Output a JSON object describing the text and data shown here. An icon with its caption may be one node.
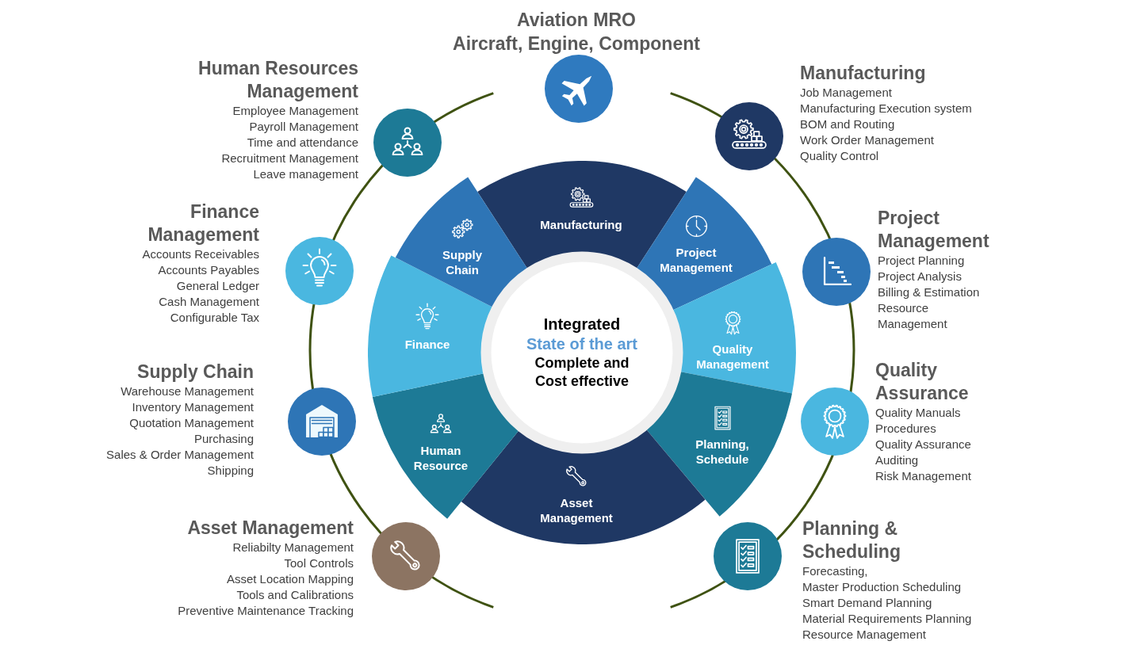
{
  "diagram": {
    "nodes": [
      {
        "text": [
          "Aviation MRO",
          "Aircraft, Engine, Component"
        ]
      },
      {
        "text": [
          "Human Resources Management",
          "Employee Management",
          "Payroll Management",
          "Time and attendance",
          "Recruitment Management",
          "Leave management"
        ]
      },
      {
        "text": [
          "Finance Management",
          "Accounts Receivables",
          "Accounts Payables",
          "General Ledger",
          "Cash Management",
          "Configurable Tax"
        ]
      },
      {
        "text": [
          "Supply Chain",
          "Warehouse Management",
          "Inventory Management",
          "Quotation Management",
          "Purchasing",
          "Sales & Order Management",
          "Shipping"
        ]
      },
      {
        "text": [
          "Asset Management",
          "Reliabilty Management",
          "Tool Controls",
          "Asset Location Mapping",
          "Tools and Calibrations",
          "Preventive Maintenance Tracking"
        ]
      },
      {
        "text": [
          "Manufacturing",
          "Job Management",
          "Manufacturing Execution system",
          "BOM and Routing",
          "Work Order Management",
          "Quality Control"
        ]
      },
      {
        "text": [
          "Project Management",
          "Project Planning",
          "Project Analysis",
          "Billing & Estimation",
          "Resource Management"
        ]
      },
      {
        "text": [
          "Quality Assurance",
          "Quality Manuals",
          "Procedures",
          "Quality Assurance",
          "Auditing",
          "Risk Management"
        ]
      },
      {
        "text": [
          "Planning & Scheduling",
          "Forecasting,",
          "Master Production Scheduling",
          "Smart Demand Planning",
          "Material Requirements Planning",
          "Resource Management"
        ]
      },
      {
        "text": [
          "Manufacturing"
        ]
      },
      {
        "text": [
          "Project Management"
        ]
      },
      {
        "text": [
          "Quality Management"
        ]
      },
      {
        "text": [
          "Planning, Schedule"
        ]
      },
      {
        "text": [
          "Asset Management"
        ]
      },
      {
        "text": [
          "Human Resource"
        ]
      },
      {
        "text": [
          "Finance"
        ]
      },
      {
        "text": [
          "Supply Chain"
        ]
      },
      {
        "text": [
          "Integrated",
          "State of the art",
          "Complete and Cost effective"
        ]
      }
    ]
  }
}
